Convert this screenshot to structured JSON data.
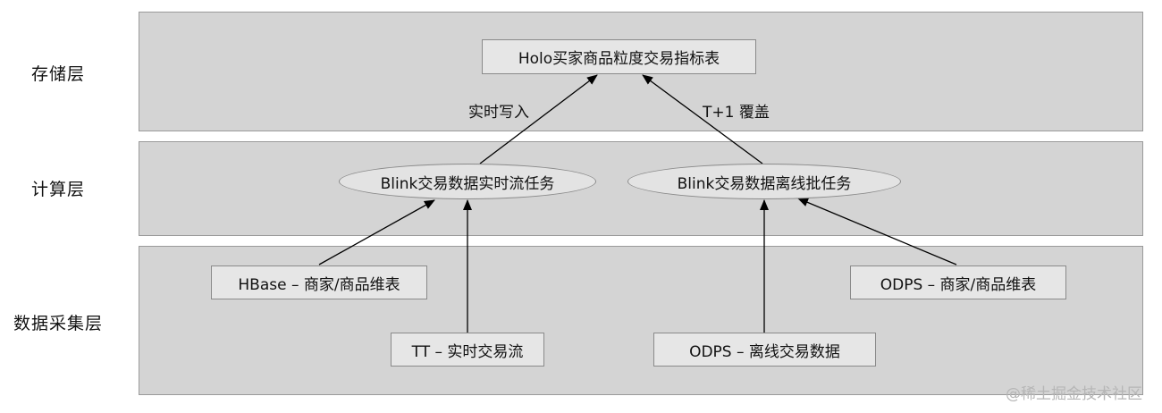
{
  "layers": {
    "storage": {
      "label": "存储层"
    },
    "compute": {
      "label": "计算层"
    },
    "ingest": {
      "label": "数据采集层"
    }
  },
  "nodes": {
    "holo_table": "Holo买家商品粒度交易指标表",
    "blink_stream": "Blink交易数据实时流任务",
    "blink_batch": "Blink交易数据离线批任务",
    "hbase_dim": "HBase – 商家/商品维表",
    "tt_stream": "TT – 实时交易流",
    "odps_offline": "ODPS – 离线交易数据",
    "odps_dim": "ODPS – 商家/商品维表"
  },
  "edge_labels": {
    "realtime_write": "实时写入",
    "t1_overwrite": "T+1 覆盖"
  },
  "watermark": "@稀土掘金技术社区"
}
